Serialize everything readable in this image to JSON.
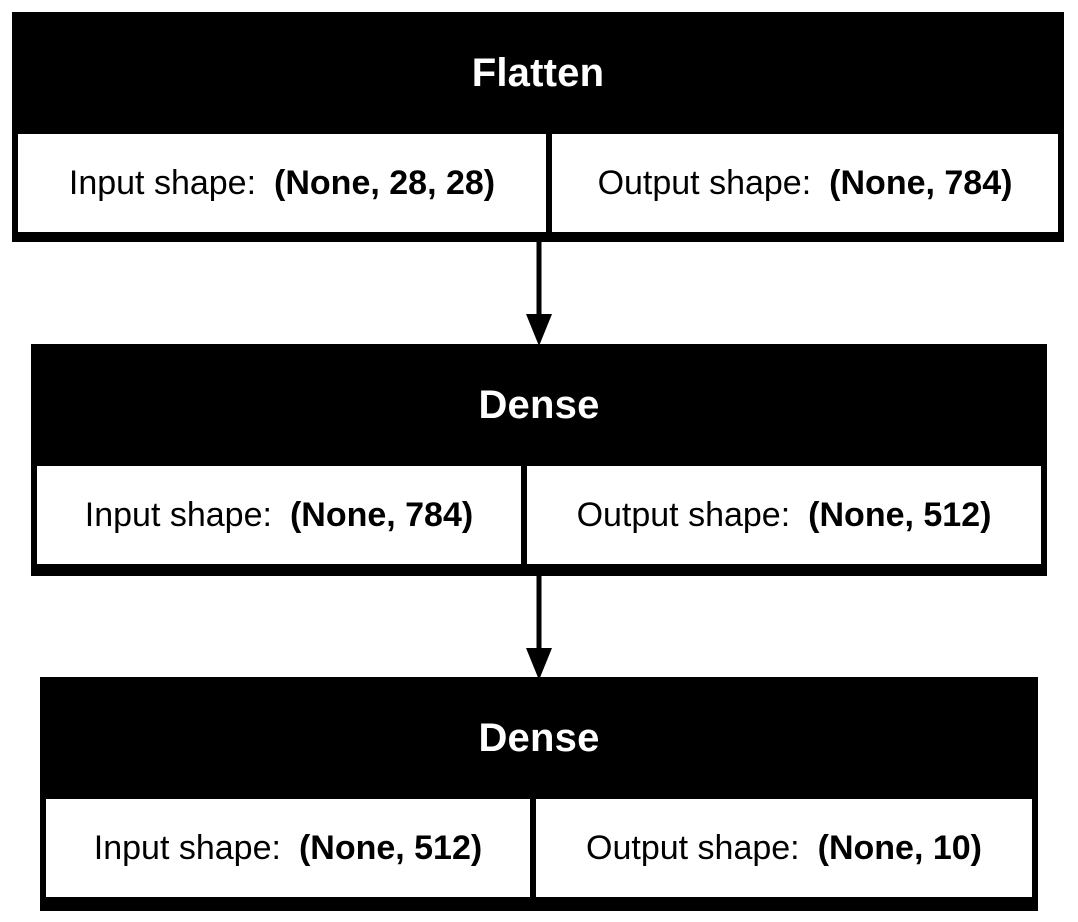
{
  "colors": {
    "header_background": "#000000",
    "header_text": "#ffffff",
    "body_background": "#ffffff",
    "line": "#000000"
  },
  "layers": [
    {
      "name": "Flatten",
      "input_label": "Input shape:",
      "input_value": "(None, 28, 28)",
      "output_label": "Output shape:",
      "output_value": "(None, 784)"
    },
    {
      "name": "Dense",
      "input_label": "Input shape:",
      "input_value": "(None, 784)",
      "output_label": "Output shape:",
      "output_value": "(None, 512)"
    },
    {
      "name": "Dense",
      "input_label": "Input shape:",
      "input_value": "(None, 512)",
      "output_label": "Output shape:",
      "output_value": "(None, 10)"
    }
  ]
}
